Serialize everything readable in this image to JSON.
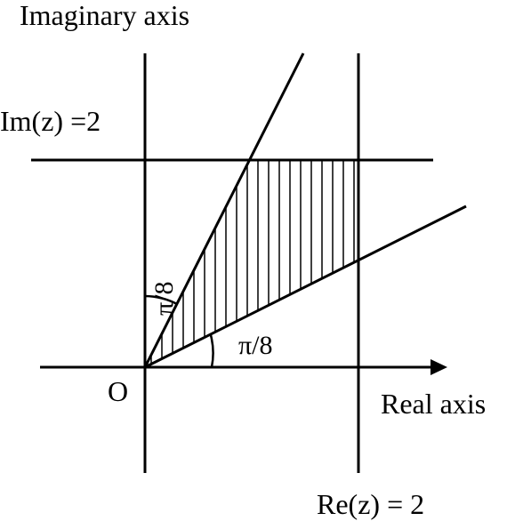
{
  "labels": {
    "imaginary_axis": "Imaginary axis",
    "real_axis": "Real axis",
    "im_line": "Im(z) =2",
    "re_line": "Re(z) = 2",
    "origin": "O",
    "angle_upper": "π/8",
    "angle_lower": "π/8"
  },
  "colors": {
    "ink": "#000000",
    "background": "#ffffff"
  }
}
